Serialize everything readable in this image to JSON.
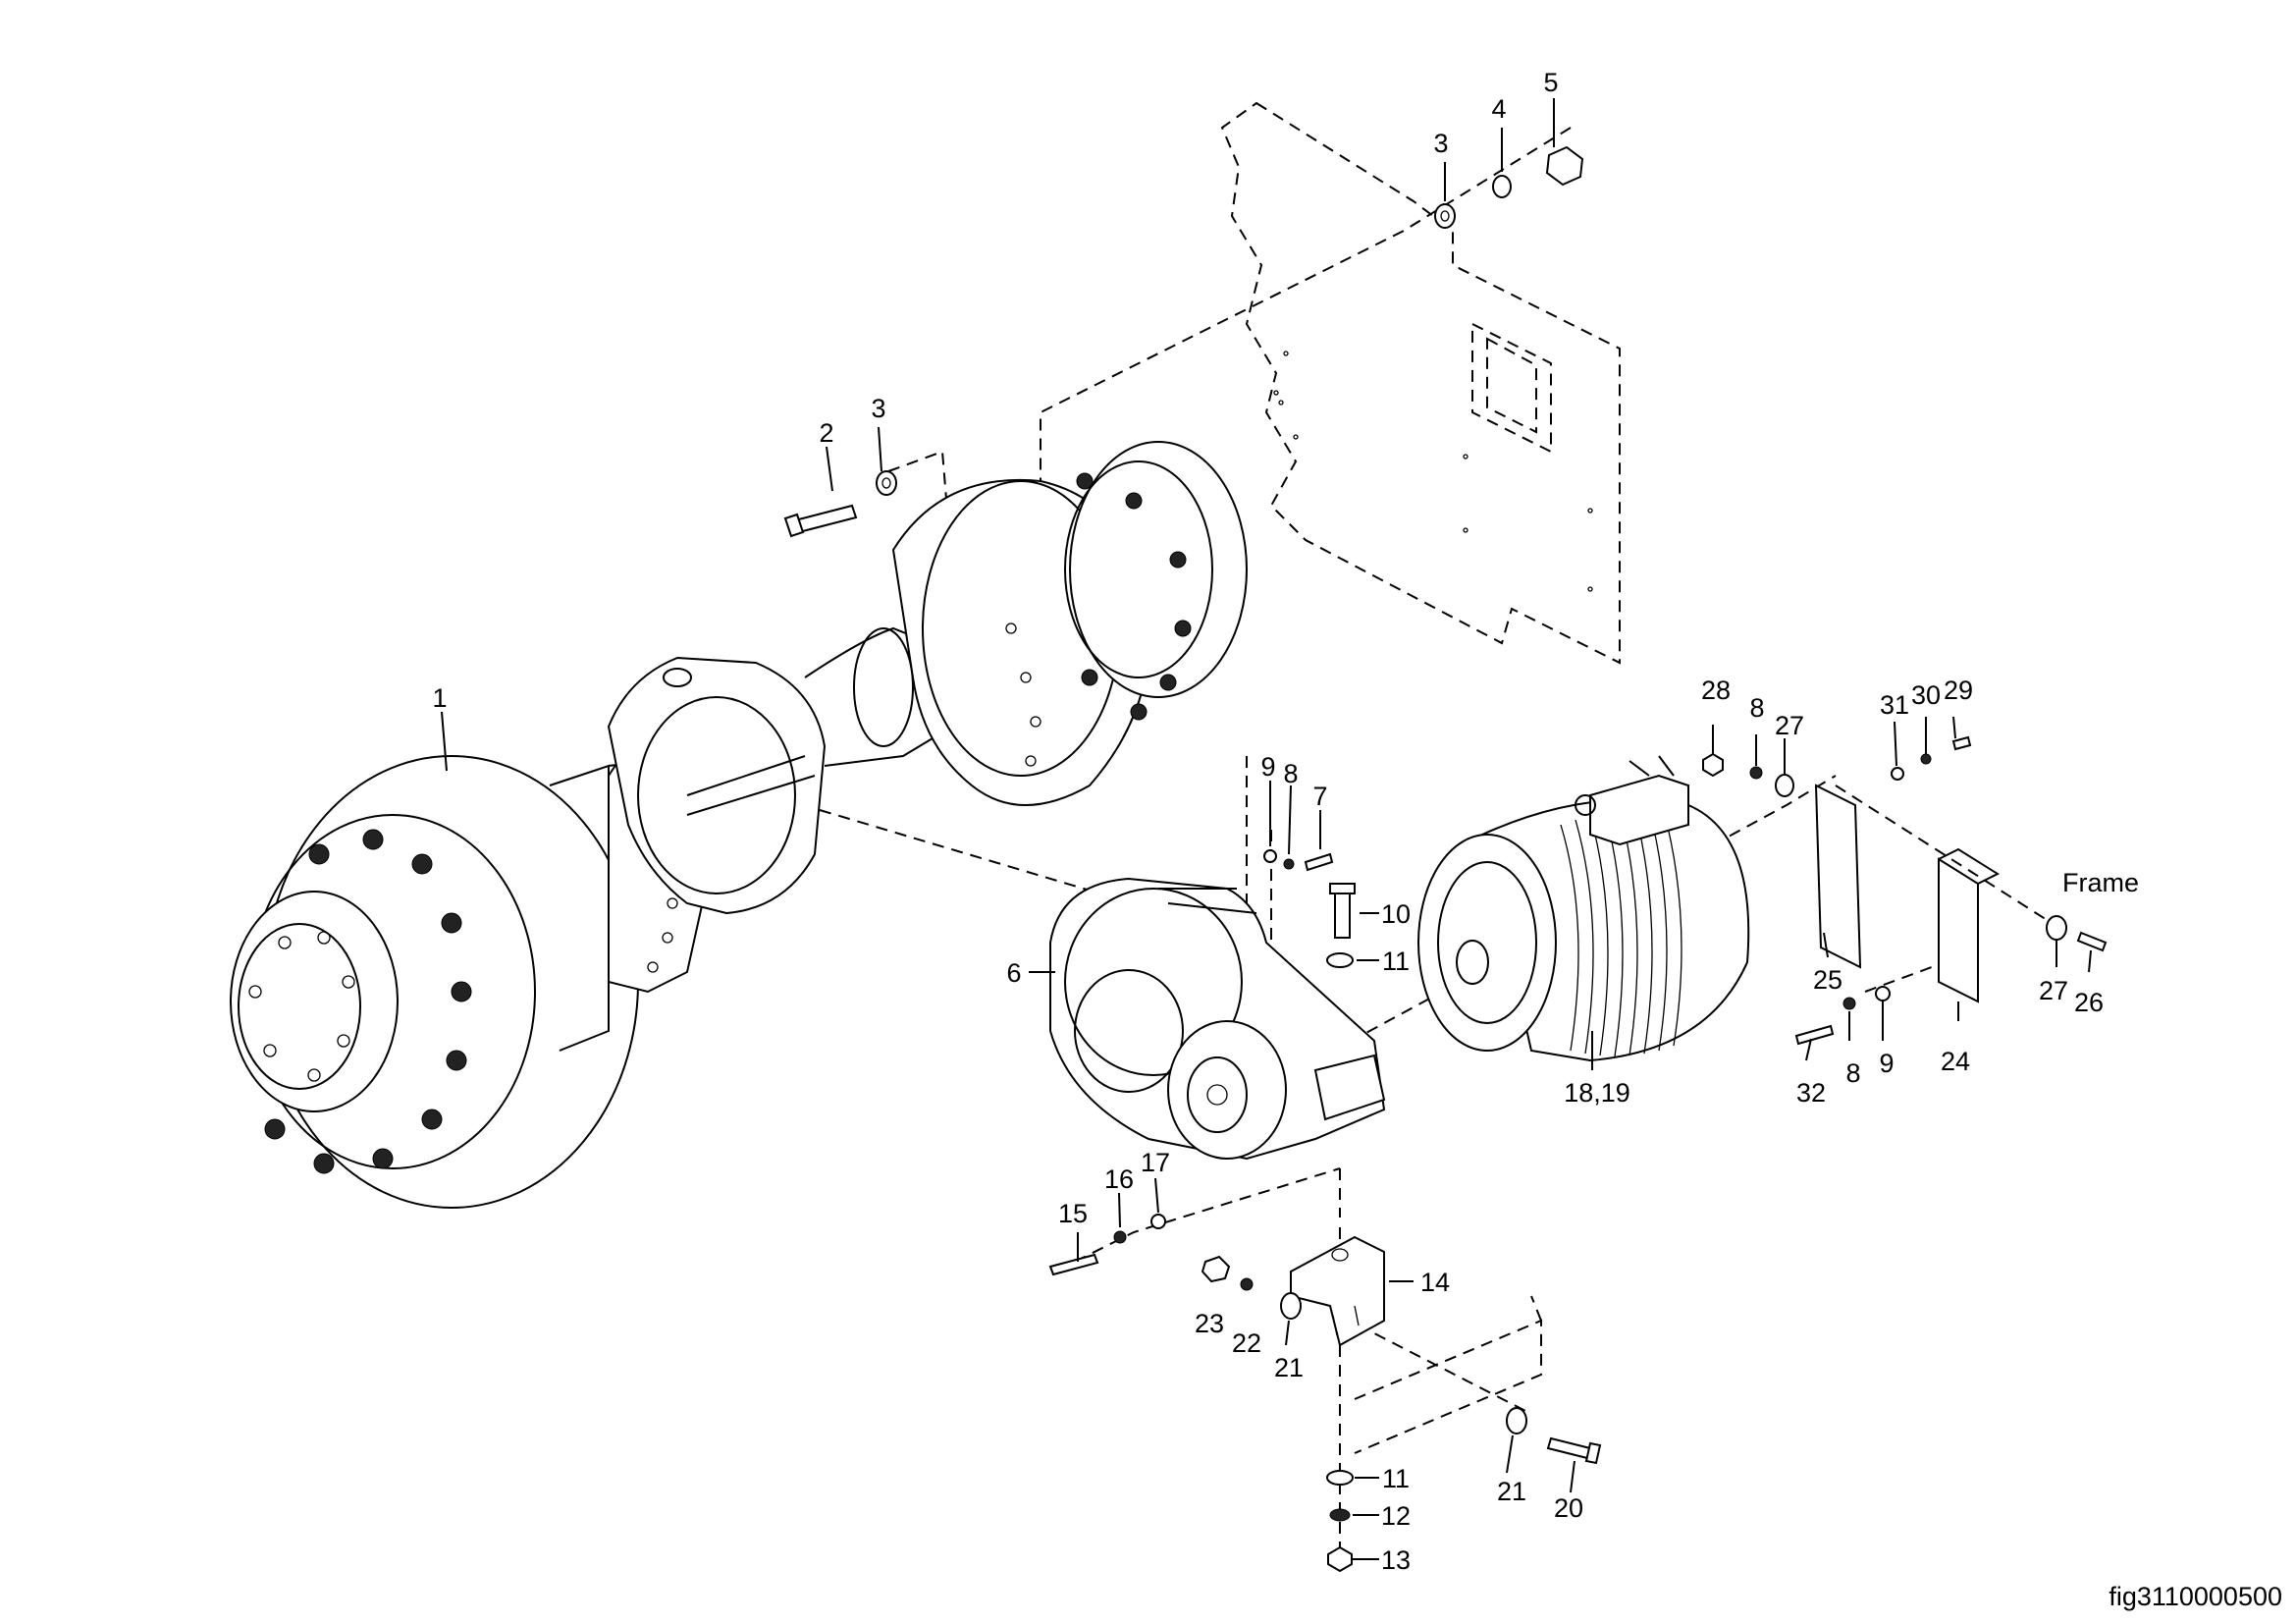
{
  "figure_id": "fig3110000500",
  "labels": {
    "l1": "1",
    "l2": "2",
    "l3a": "3",
    "l3b": "3",
    "l4": "4",
    "l5": "5",
    "l6": "6",
    "l7": "7",
    "l8a": "8",
    "l8b": "8",
    "l8c": "8",
    "l9a": "9",
    "l9b": "9",
    "l10": "10",
    "l11a": "11",
    "l11b": "11",
    "l12": "12",
    "l13": "13",
    "l14": "14",
    "l15": "15",
    "l16": "16",
    "l17": "17",
    "l18": "18,19",
    "l20": "20",
    "l21a": "21",
    "l21b": "21",
    "l22": "22",
    "l23": "23",
    "l24": "24",
    "l25": "25",
    "l26": "26",
    "l27a": "27",
    "l27b": "27",
    "l28": "28",
    "l29": "29",
    "l30": "30",
    "l31": "31",
    "l32": "32",
    "frame": "Frame"
  }
}
